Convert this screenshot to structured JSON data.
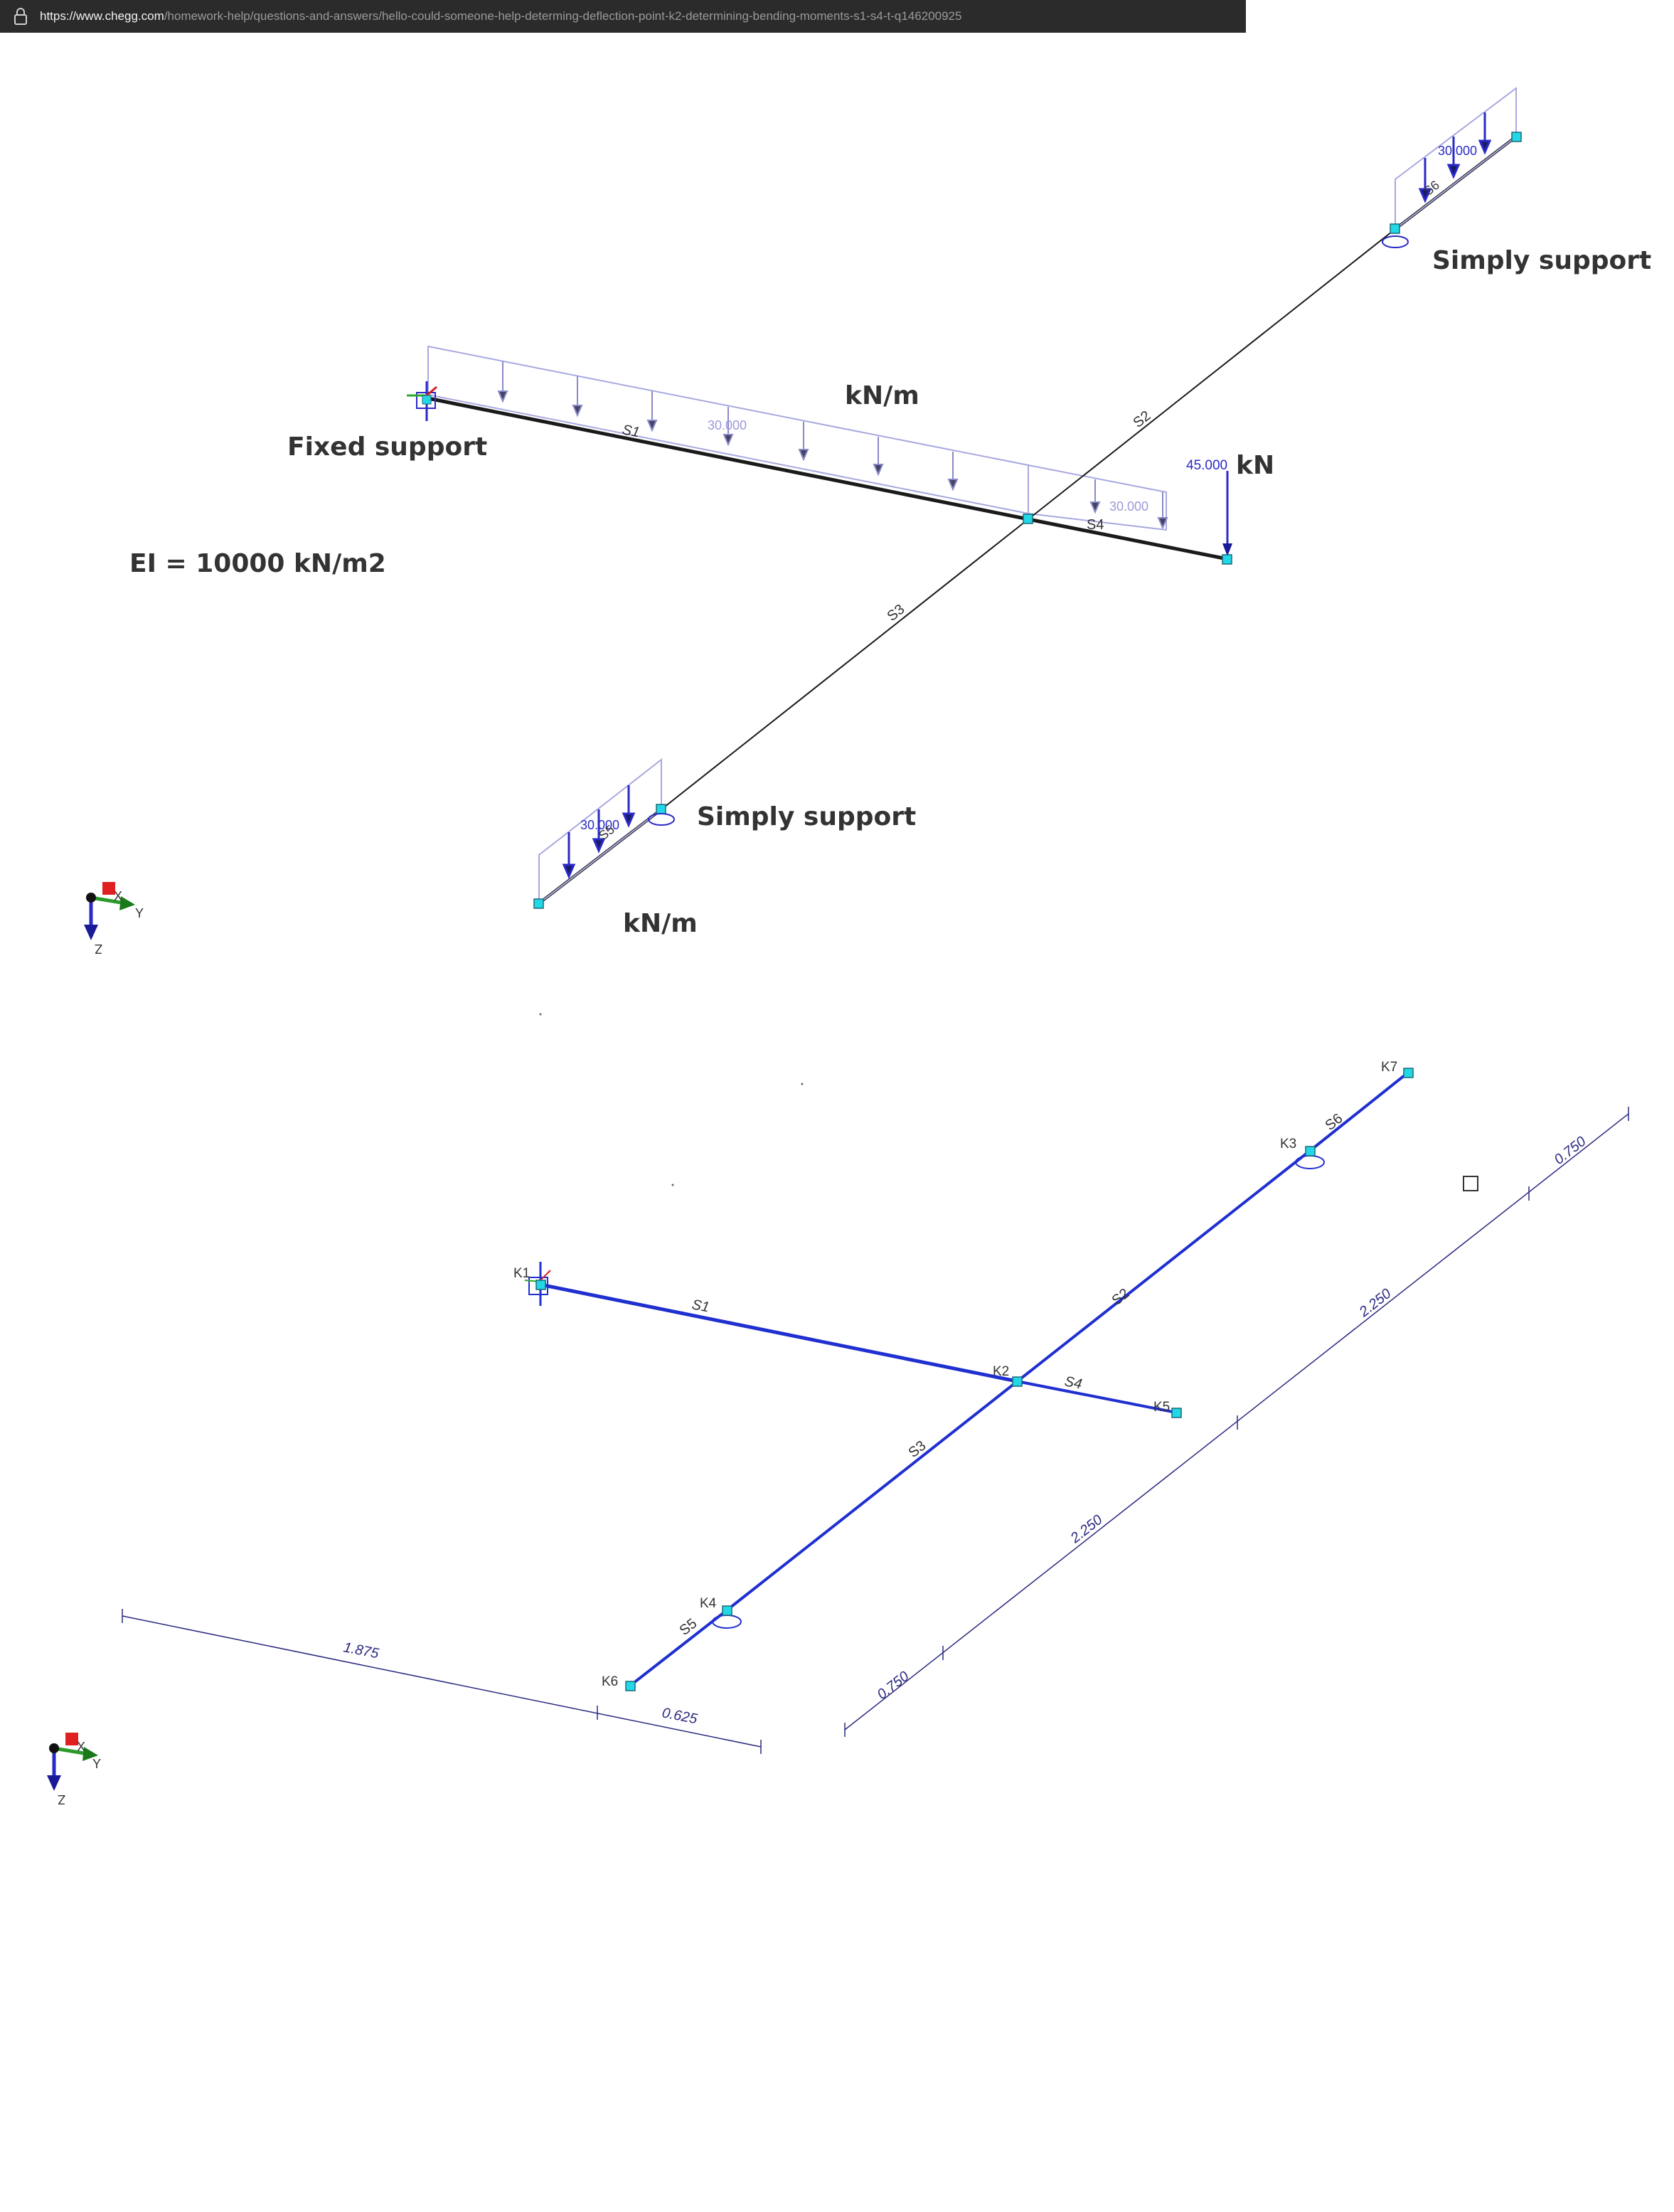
{
  "browser": {
    "url_host": "https://www.chegg.com",
    "url_path": "/homework-help/questions-and-answers/hello-could-someone-help-determing-deflection-point-k2-determining-bending-moments-s1-s4-t-q146200925"
  },
  "top": {
    "annotations": {
      "fixed_support": "Fixed support",
      "ei": "EI = 10000 kN/m2",
      "simply_support_right": "Simply support",
      "simply_support_left": "Simply support",
      "knm_top": "kN/m",
      "knm_bottom": "kN/m",
      "kn": "kN"
    },
    "loads": {
      "s1_load": "30.000",
      "s4_load": "30.000",
      "s5_load": "30.000",
      "s6_load": "30.000",
      "point_load": "45.000"
    },
    "members": {
      "s1": "S1",
      "s2": "S2",
      "s3": "S3",
      "s4": "S4",
      "s5": "S5",
      "s6": "S6"
    }
  },
  "bottom": {
    "nodes": {
      "k1": "K1",
      "k2": "K2",
      "k3": "K3",
      "k4": "K4",
      "k5": "K5",
      "k6": "K6",
      "k7": "K7"
    },
    "members": {
      "s1": "S1",
      "s2": "S2",
      "s3": "S3",
      "s4": "S4",
      "s5": "S5",
      "s6": "S6"
    },
    "dimensions": {
      "d1875": "1.875",
      "d0625": "0.625",
      "d0750_left": "0.750",
      "d2250_mid": "2.250",
      "d2250_right": "2.250",
      "d0750_right": "0.750"
    }
  },
  "axes": {
    "x": "X",
    "y": "Y",
    "z": "Z"
  },
  "colors": {
    "beam": "#1a1a1a",
    "member_blue": "#1f2fd0",
    "load": "#a8a8e0",
    "node": "#22d8e6",
    "dimension": "#2a2a80"
  }
}
